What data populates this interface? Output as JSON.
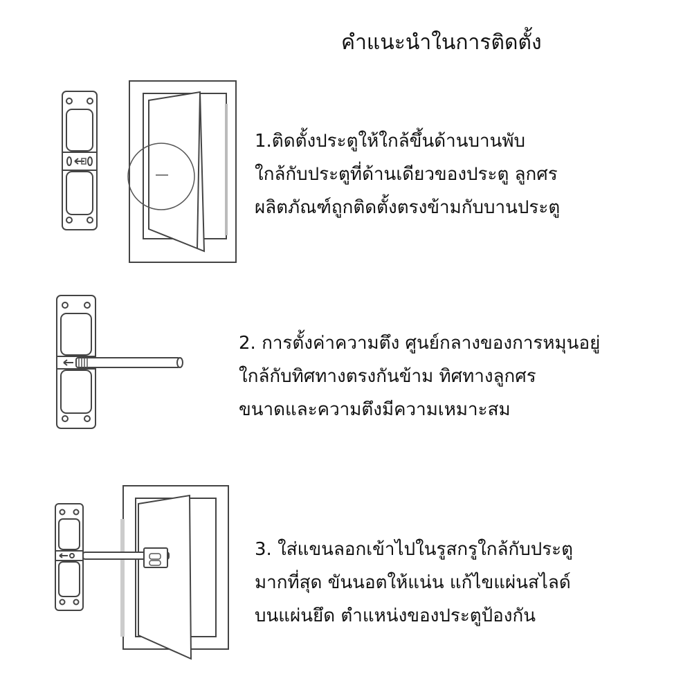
{
  "title": "คำแนะนำในการติดตั้ง",
  "steps": [
    {
      "lines": [
        "1.ติดตั้งประตูให้ใกล้ขึ้นด้านบานพับ",
        "ใกล้กับประตูที่ด้านเดียวของประตู ลูกศร",
        "ผลิตภัณฑ์ถูกติดตั้งตรงข้ามกับบานประตู"
      ]
    },
    {
      "lines": [
        "2. การตั้งค่าความตึง ศูนย์กลางของการหมุนอยู่",
        "ใกล้กับทิศทางตรงกันข้าม ทิศทางลูกศร",
        "ขนาดและความตึงมีความเหมาะสม"
      ]
    },
    {
      "lines": [
        "3. ใส่แขนลอกเข้าไปในรูสกรูใกล้กับประตู",
        "มากที่สุด  ขันนอตให้แน่น แก้ไขแผ่นสไลด์",
        "บนแผ่นยึด  ตำแหน่งของประตูป้องกัน"
      ]
    }
  ]
}
